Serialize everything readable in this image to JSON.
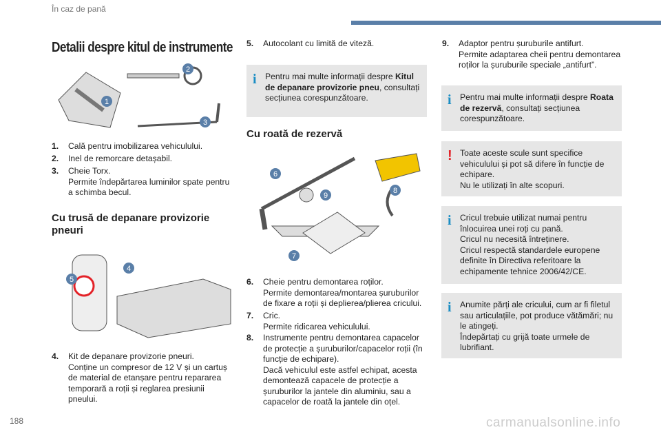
{
  "header": {
    "section": "În caz de pană"
  },
  "title": "Detalii despre kitul de instrumente",
  "col1": {
    "items": [
      {
        "n": "1.",
        "text": "Cală pentru imobilizarea vehiculului."
      },
      {
        "n": "2.",
        "text": "Inel de remorcare detașabil."
      },
      {
        "n": "3.",
        "text": "Cheie Torx.",
        "text2": "Permite îndepărtarea luminilor spate pentru a schimba becul."
      }
    ],
    "heading": "Cu trusă de depanare provizorie pneuri",
    "item4": {
      "n": "4.",
      "text": "Kit de depanare provizorie pneuri.",
      "text2": "Conține un compresor de 12 V și un cartuș de material de etanșare pentru repararea temporară a roții și reglarea presiunii pneului."
    },
    "badges": [
      "1",
      "2",
      "3",
      "4",
      "5"
    ]
  },
  "col2": {
    "item5": {
      "n": "5.",
      "text": "Autocolant cu limită de viteză."
    },
    "info": {
      "pre": "Pentru mai multe informații despre ",
      "bold": "Kitul de depanare provizorie pneu",
      "post": ", consultați secțiunea corespunzătoare."
    },
    "heading": "Cu roată de rezervă",
    "items": [
      {
        "n": "6.",
        "text": "Cheie pentru demontarea roților.",
        "text2": "Permite demontarea/montarea șuruburilor de fixare a roții și deplierea/plierea cricului."
      },
      {
        "n": "7.",
        "text": "Cric.",
        "text2": "Permite ridicarea vehiculului."
      },
      {
        "n": "8.",
        "text": "Instrumente pentru demontarea capacelor de protecție a șuruburilor/capacelor roții (în funcție de echipare).",
        "text2": "Dacă vehiculul este astfel echipat, acesta demontează capacele de protecție a șuruburilor la jantele din aluminiu, sau a capacelor de roată la jantele din oțel."
      }
    ],
    "badges": [
      "6",
      "7",
      "8",
      "9"
    ]
  },
  "col3": {
    "item9": {
      "n": "9.",
      "text": "Adaptor pentru șuruburile antifurt.",
      "text2": "Permite adaptarea cheii pentru demontarea roților la șuruburile speciale „antifurt”."
    },
    "info1": {
      "pre": "Pentru mai multe informații despre ",
      "bold": "Roata de rezervă",
      "post": ", consultați secțiunea corespunzătoare."
    },
    "warn": {
      "l1": "Toate aceste scule sunt specifice vehiculului și pot să difere în funcție de echipare.",
      "l2": "Nu le utilizați în alte scopuri."
    },
    "info2": {
      "l1": "Cricul trebuie utilizat numai pentru înlocuirea unei roți cu pană.",
      "l2": "Cricul nu necesită întreținere.",
      "l3": "Cricul respectă standardele europene definite în Directiva referitoare la echipamente tehnice 2006/42/CE."
    },
    "info3": {
      "l1": "Anumite părți ale cricului, cum ar fi filetul sau articulațiile, pot produce vătămări; nu le atingeți.",
      "l2": "Îndepărtați cu grijă toate urmele de lubrifiant."
    }
  },
  "icons": {
    "info": "i",
    "warn": "!"
  },
  "footer": {
    "page": "188",
    "watermark": "carmanualsonline.info"
  },
  "colors": {
    "accent": "#5a7fa8",
    "info": "#1a8dc4",
    "warn": "#e32228",
    "box": "#e6e6e6"
  }
}
